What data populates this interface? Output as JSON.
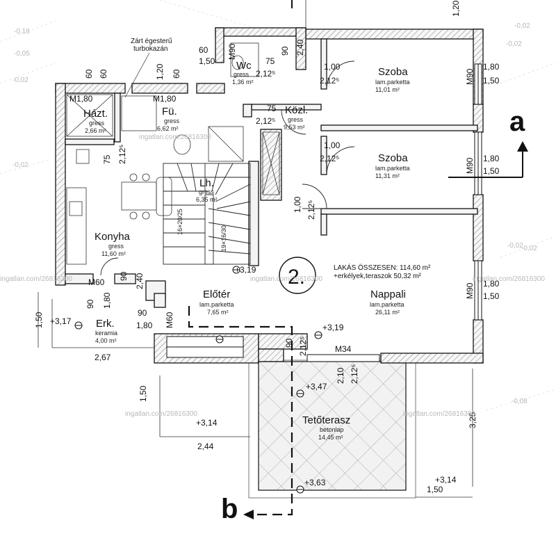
{
  "rooms": {
    "hazt": {
      "name": "Házt.",
      "floor": "gress",
      "area": "2,66 m²"
    },
    "fu": {
      "name": "Fü.",
      "floor": "gress",
      "area": "6,62 m²"
    },
    "wc": {
      "name": "Wc",
      "floor": "gress",
      "area": "1,36 m²"
    },
    "kozl": {
      "name": "Közl.",
      "floor": "gress",
      "area": "9,53 m²"
    },
    "szoba1": {
      "name": "Szoba",
      "floor": "lam.parketta",
      "area": "11,01 m²"
    },
    "szoba2": {
      "name": "Szoba",
      "floor": "lam.parketta",
      "area": "11,31 m²"
    },
    "lh": {
      "name": "Lh.",
      "floor": "gress",
      "area": "6,35 m²"
    },
    "konyha": {
      "name": "Konyha",
      "floor": "gress",
      "area": "11,60 m²"
    },
    "eloter": {
      "name": "Előtér",
      "floor": "lam.parketta",
      "area": "7,65 m²"
    },
    "nappali": {
      "name": "Nappali",
      "floor": "lam.parketta",
      "area": "26,11 m²"
    },
    "erk": {
      "name": "Erk.",
      "floor": "keramia",
      "area": "4,00 m²"
    },
    "tetoterasz": {
      "name": "Tetőterasz",
      "floor": "betonlap",
      "area": "14,45 m²"
    }
  },
  "unit": {
    "number": "2.",
    "total_line": "LAKÁS ÖSSZESEN: 114,60 m²",
    "balcony_line": "+erkélyek,teraszok 50,32 m²"
  },
  "boiler_note": [
    "Zárt égesterű",
    "turbokazán"
  ],
  "section_markers": {
    "a": "a",
    "b": "b"
  },
  "levels": [
    "+3,19",
    "+3,19",
    "+3,17",
    "+3,47",
    "+3,14",
    "+3,63",
    "+3,14"
  ],
  "stair_labels": [
    "16×20/25",
    "19×16/30"
  ],
  "door_codes": [
    "M1,80",
    "M1,80",
    "M90",
    "M90",
    "M90",
    "M90",
    "M60",
    "M60",
    "M34"
  ],
  "dimensions": [
    "60",
    "60",
    "1,20",
    "60",
    "60",
    "1,50",
    "75",
    "90",
    "2,40",
    "2,12⁵",
    "75",
    "2,12⁵",
    "75",
    "2,12⁵",
    "1,00",
    "2,12⁵",
    "1,80",
    "1,50",
    "1,00",
    "2,12⁵",
    "1,80",
    "1,50",
    "1,00",
    "2,12⁵",
    "90",
    "2,40",
    "90",
    "1,80",
    "90",
    "1,80",
    "1,50",
    "2,67",
    "1,80",
    "1,50",
    "90",
    "2,12⁵",
    "2,10",
    "2,12⁵",
    "1,50",
    "2,44",
    "3,25",
    "1,50",
    "1,20"
  ],
  "watermark": "ingatlan.com/26816300",
  "side_levels": [
    "-0,18",
    "-0,05",
    "-0,02",
    "-0,02",
    "-0,02",
    "-0,02",
    "-0,02",
    "-0,02",
    "-0,08"
  ]
}
